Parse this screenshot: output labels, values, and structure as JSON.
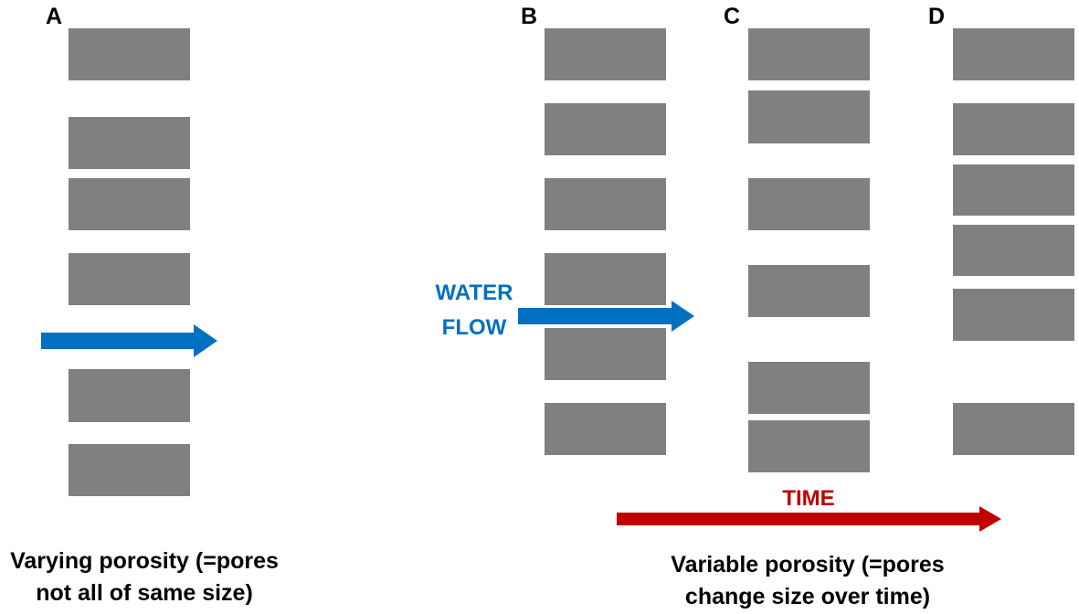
{
  "colors": {
    "grain": "#808080",
    "water_arrow": "#0070C0",
    "time_arrow": "#C00000",
    "text": "#000000",
    "background": "#FFFFFF"
  },
  "panels": [
    {
      "id": "a",
      "letter": "A"
    },
    {
      "id": "b",
      "letter": "B"
    },
    {
      "id": "c",
      "letter": "C"
    },
    {
      "id": "d",
      "letter": "D"
    }
  ],
  "water_flow": {
    "line1": "WATER",
    "line2": "FLOW"
  },
  "time": {
    "label": "TIME"
  },
  "captions": {
    "left_line1": "Varying porosity (=pores",
    "left_line2": "not all of same size)",
    "right_line1": "Variable porosity (=pores",
    "right_line2": "change size over time)"
  },
  "icons": {
    "water_flow_arrow": "right-arrow-icon",
    "time_arrow": "right-arrow-icon"
  }
}
